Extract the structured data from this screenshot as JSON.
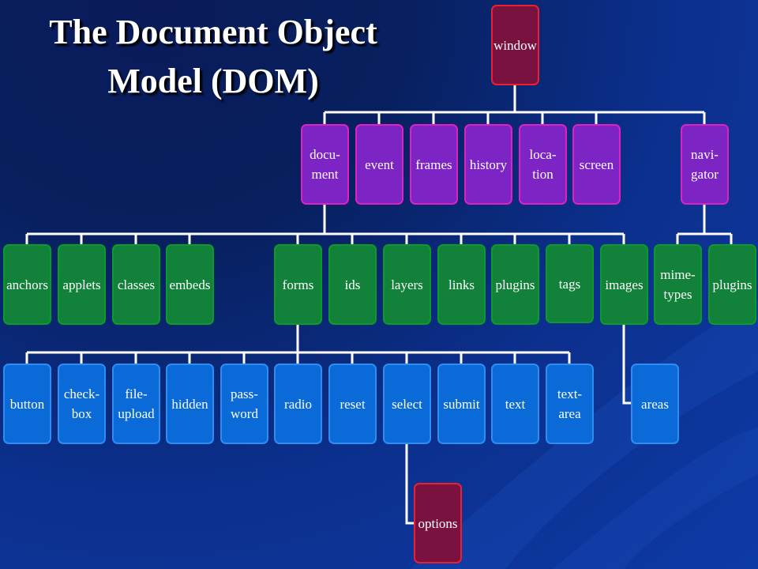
{
  "title": [
    "The Document Object",
    "Model (DOM)"
  ],
  "nodes": {
    "window": "window",
    "document": "docu-\nment",
    "event": "event",
    "frames": "frames",
    "history": "history",
    "location": "loca-\ntion",
    "screen": "screen",
    "navigator": "navi-\ngator",
    "anchors": "anchors",
    "applets": "applets",
    "classes": "classes",
    "embeds": "embeds",
    "forms": "forms",
    "ids": "ids",
    "layers": "layers",
    "links": "links",
    "plugins_doc": "plugins",
    "tags": "tags",
    "images": "images",
    "mimetypes": "mime-\ntypes",
    "plugins_nav": "plugins",
    "button": "button",
    "checkbox": "check-\nbox",
    "fileupload": "file-\nupload",
    "hidden": "hidden",
    "password": "pass-\nword",
    "radio": "radio",
    "reset": "reset",
    "select": "select",
    "submit": "submit",
    "text": "text",
    "textarea": "text-\narea",
    "areas": "areas",
    "options": "options"
  },
  "colors": {
    "root_fill": "#7a1240",
    "level1_fill": "#7d24c4",
    "level2_fill": "#12823a",
    "level3_fill": "#0a6ad8",
    "connector": "#ffffff"
  }
}
